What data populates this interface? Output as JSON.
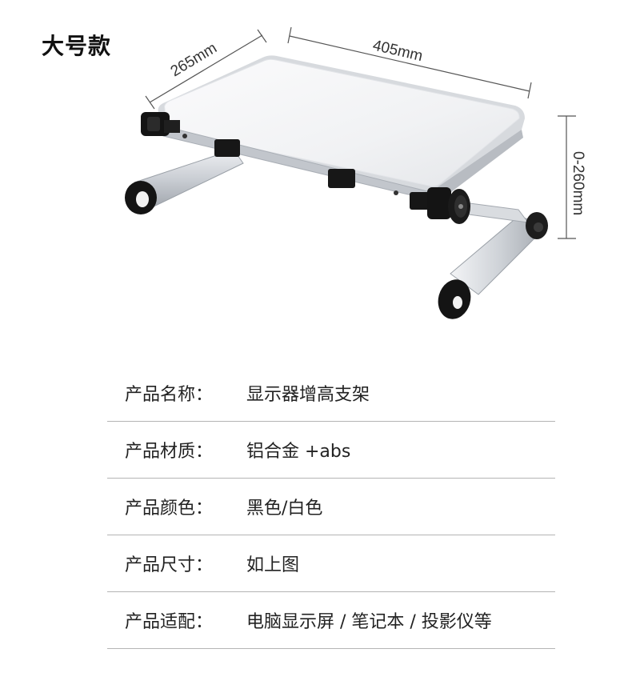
{
  "header": {
    "size_title": "大号款"
  },
  "dimensions": {
    "depth": "265mm",
    "width": "405mm",
    "height": "0-260mm"
  },
  "specs": [
    {
      "label": "产品名称：",
      "value": "显示器增高支架"
    },
    {
      "label": "产品材质：",
      "value": "铝合金 +abs"
    },
    {
      "label": "产品颜色：",
      "value": "黑色/白色"
    },
    {
      "label": "产品尺寸：",
      "value": "如上图"
    },
    {
      "label": "产品适配：",
      "value": "电脑显示屏 / 笔记本 / 投影仪等"
    }
  ],
  "colors": {
    "table_border": "#b4b4b4",
    "frame_silver": "#c8ccd2",
    "joint_black": "#141414"
  }
}
